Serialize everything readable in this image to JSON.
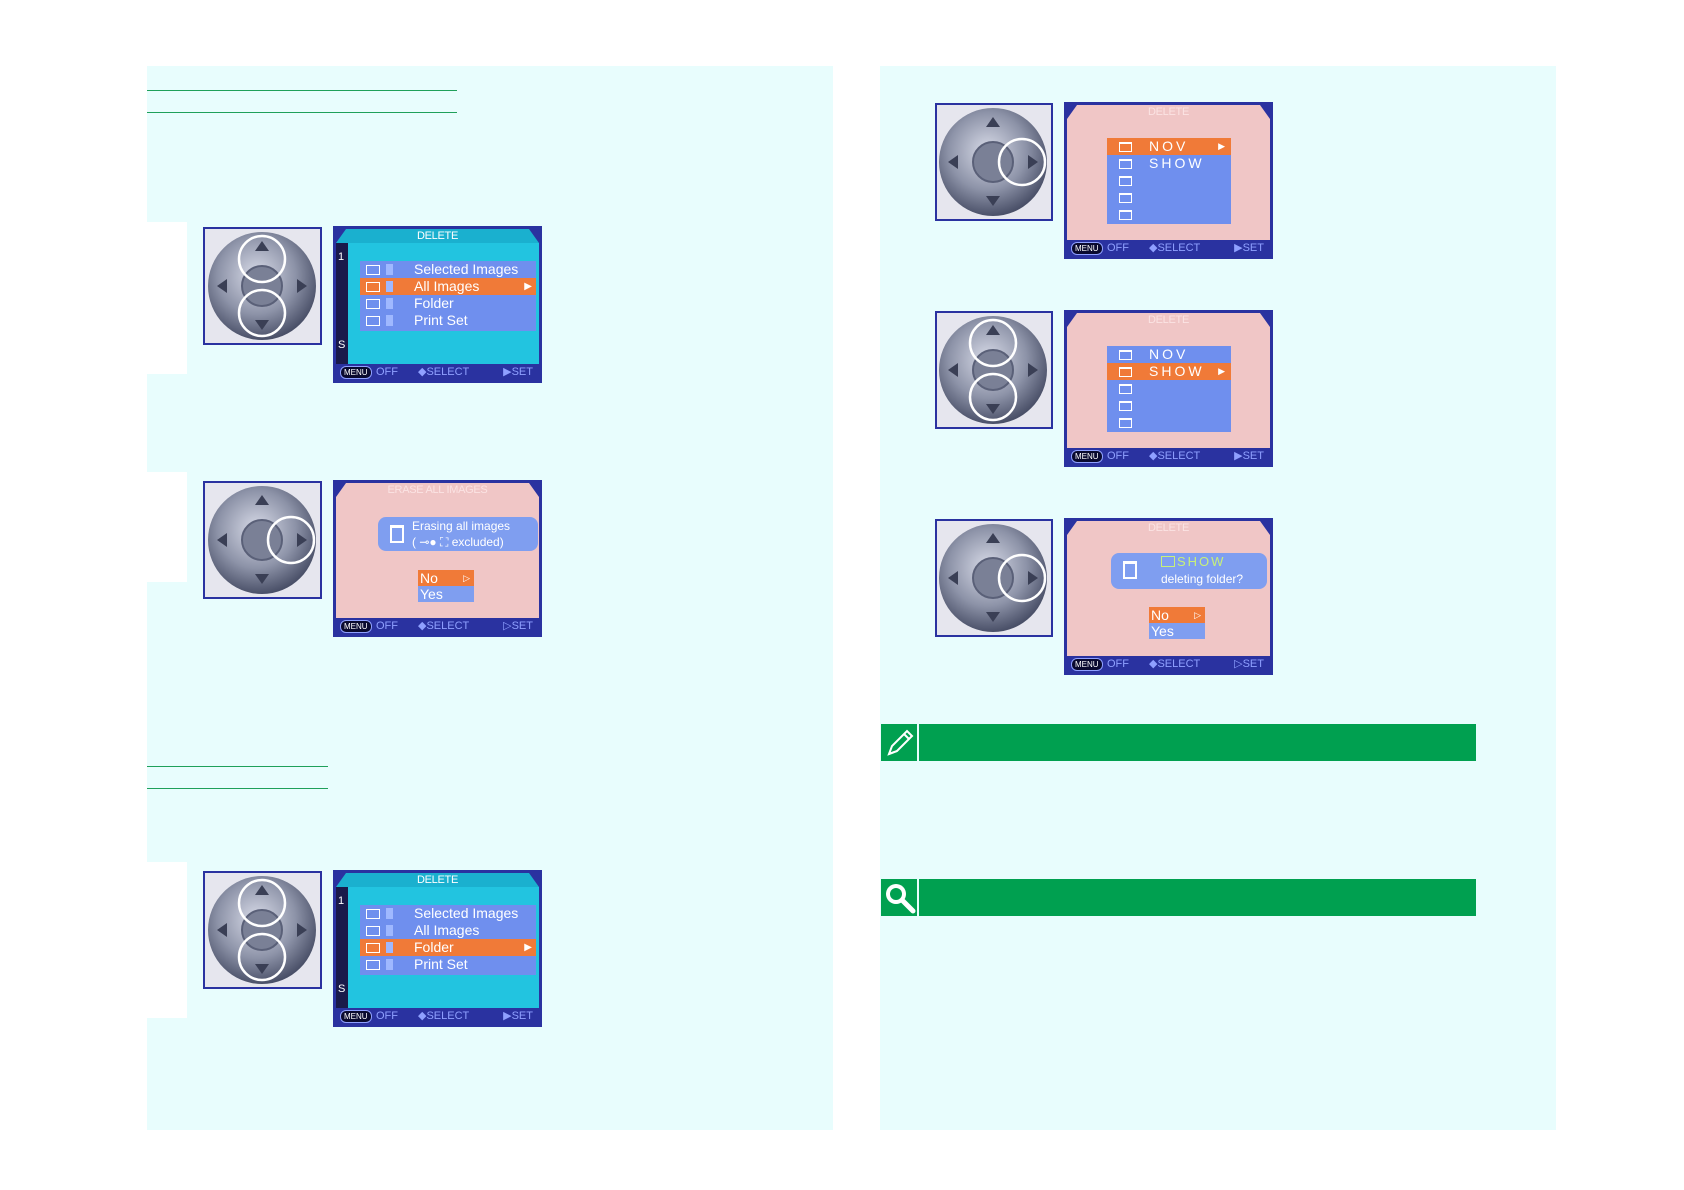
{
  "icons": {
    "multi_selector": "multi-selector-dpad-icon",
    "note": "pencil-note-icon",
    "tip": "magnifier-tip-icon",
    "trash": "trash-icon"
  },
  "colors": {
    "page_bg": "#e8fdfd",
    "rule": "#1fa05a",
    "note_bar": "#00a050",
    "screen_cyan": "#22c4e0",
    "screen_pink": "#f0c6c6",
    "highlight": "#f07a38",
    "menu_blue": "#6f8fee",
    "frame": "#2a32a0"
  },
  "footer": {
    "menu": "MENU",
    "off": "OFF",
    "select": "◆SELECT",
    "set": "▶SET",
    "set_outline": "▷SET"
  },
  "delete_menu": {
    "title": "DELETE",
    "side_top": "1",
    "side_bottom": "S",
    "items": [
      "Selected Images",
      "All Images",
      "Folder",
      "Print Set"
    ]
  },
  "erase_all": {
    "title": "ERASE ALL IMAGES",
    "line1": "Erasing all images",
    "line2": "( ⊸● ⛶ excluded)",
    "no": "No",
    "yes": "Yes"
  },
  "folder_menu": {
    "title": "DELETE",
    "folders": [
      "NOV",
      "SHOW"
    ]
  },
  "delete_folder_confirm": {
    "title": "DELETE",
    "folder": "SHOW",
    "question": "deleting folder?",
    "no": "No",
    "yes": "Yes"
  }
}
